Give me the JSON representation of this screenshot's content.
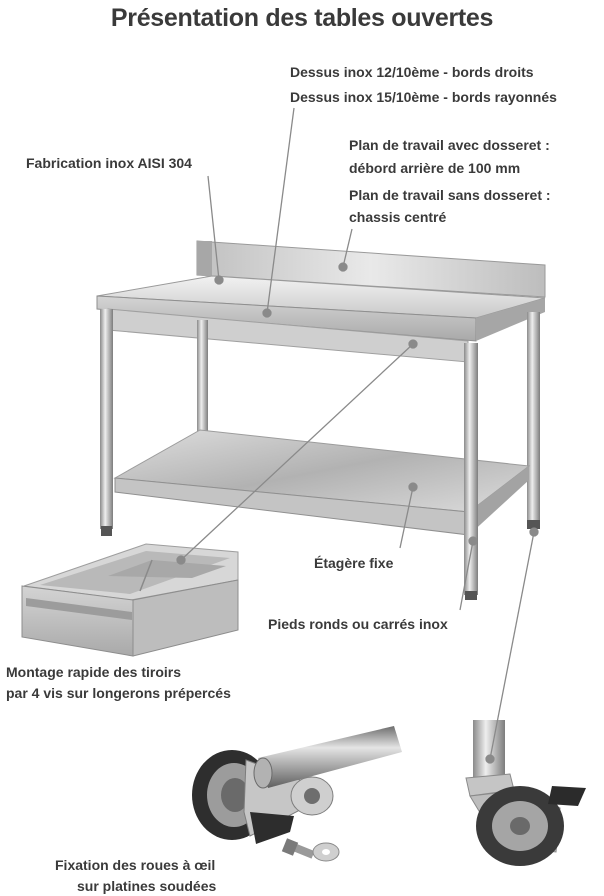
{
  "title": "Présentation des tables ouvertes",
  "labels": {
    "top_line1": "Dessus inox 12/10ème - bords droits",
    "top_line2": "Dessus inox 15/10ème - bords rayonnés",
    "fabrication": "Fabrication inox AISI 304",
    "worktop_with_upstand_1": "Plan de travail avec dosseret :",
    "worktop_with_upstand_2": "débord arrière de 100 mm",
    "worktop_without_upstand_1": "Plan de travail sans dosseret :",
    "worktop_without_upstand_2": "chassis centré",
    "shelf": "Étagère fixe",
    "legs": "Pieds ronds ou carrés inox",
    "drawer_1": "Montage rapide des tiroirs",
    "drawer_2": "par 4 vis sur longerons prépercés",
    "wheels_1": "Fixation des roues à œil",
    "wheels_2": "sur platines soudées"
  },
  "colors": {
    "steel_light": "#e6e6e6",
    "steel_mid": "#b8b8b8",
    "steel_dark": "#7a7a7a",
    "callout_line": "#8a8a8a",
    "text": "#3a3a3a"
  }
}
